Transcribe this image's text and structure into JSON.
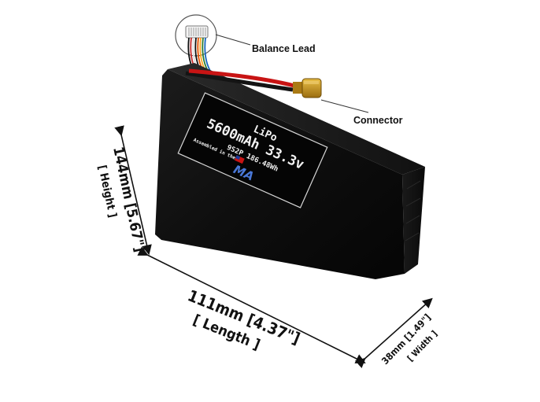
{
  "callouts": {
    "balance_lead": "Balance Lead",
    "connector": "Connector"
  },
  "label": {
    "chemistry": "LiPo",
    "capacity_voltage": "5600mAh 33.3v",
    "config_energy": "9S2P 186.48Wh",
    "assembled_text": "Assembled in the",
    "logo_text": "MA"
  },
  "dimensions": {
    "height_value": "144mm [5.67\"]",
    "height_caption": "[ Height ]",
    "length_value": "111mm [4.37\"]",
    "length_caption": "[ Length ]",
    "width_value": "38mm [1.49\"]",
    "width_caption": "[ Width ]"
  },
  "colors": {
    "battery_body": "#0b0b0b",
    "lead_red": "#c81414",
    "connector_yellow": "#c99a1e"
  }
}
